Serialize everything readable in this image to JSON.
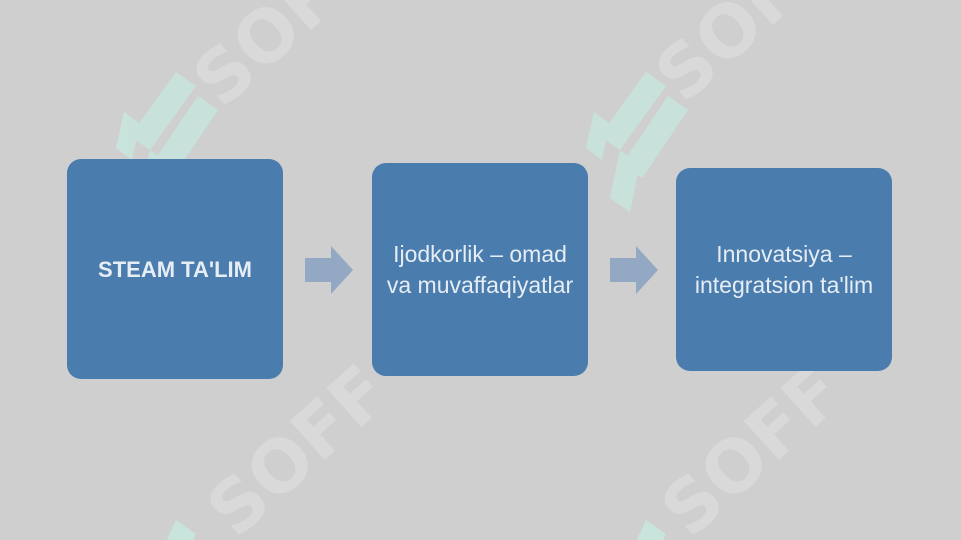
{
  "flow": {
    "steps": [
      {
        "label": "STEAM TA'LIM"
      },
      {
        "label": "Ijodkorlik – omad va muvaffaqiyatlar"
      },
      {
        "label": "Innovatsiya – integratsion ta'lim"
      }
    ]
  },
  "watermark": {
    "text": "SOFF"
  },
  "colors": {
    "background": "#cfcfcf",
    "box_fill": "#4a7dad",
    "box_text": "#e6edf4",
    "arrow": "#93a8c2",
    "watermark_logo": "#c9e6df",
    "watermark_text": "#d6d6d6"
  }
}
